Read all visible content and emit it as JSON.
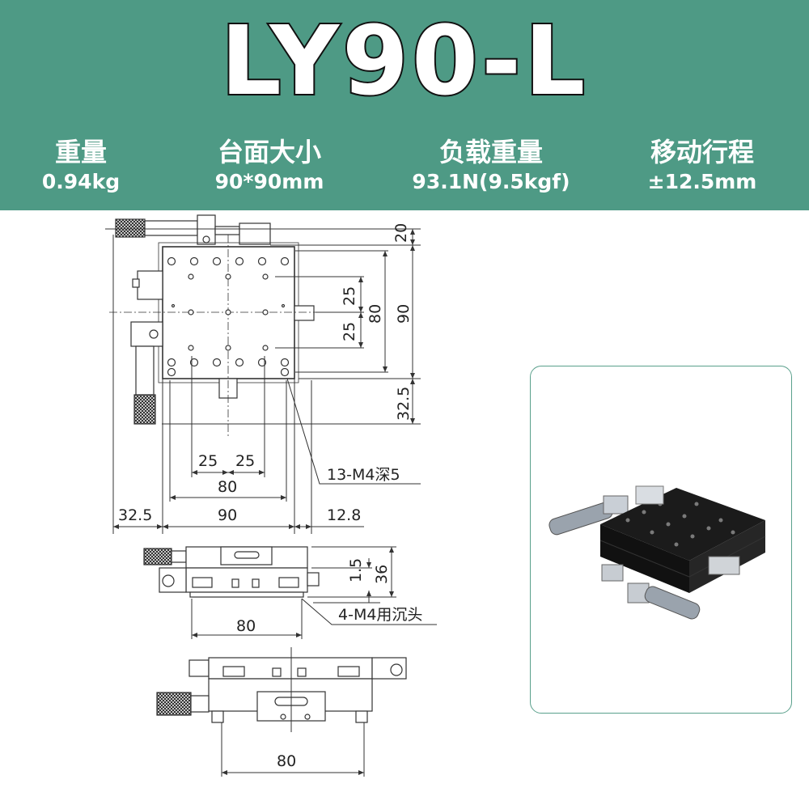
{
  "title": "LY90-L",
  "specs": [
    {
      "label": "重量",
      "value": "0.94kg"
    },
    {
      "label": "台面大小",
      "value": "90*90mm"
    },
    {
      "label": "负载重量",
      "value": "93.1N(9.5kgf)"
    },
    {
      "label": "移动行程",
      "value": "±12.5mm"
    }
  ],
  "dims": {
    "d20": "20",
    "d25a": "25",
    "d25b": "25",
    "d80v": "80",
    "d90v": "90",
    "d325v": "32.5",
    "d25h1": "25",
    "d25h2": "25",
    "d80h": "80",
    "d325h": "32.5",
    "d90h": "90",
    "d128": "12.8",
    "holes_note": "13-M4深5",
    "d15": "1.5",
    "d36": "36",
    "d80side": "80",
    "screws_note": "4-M4用沉头",
    "d80bottom": "80"
  },
  "colors": {
    "header_bg": "#4e9a85",
    "accent": "#5aa08c"
  }
}
